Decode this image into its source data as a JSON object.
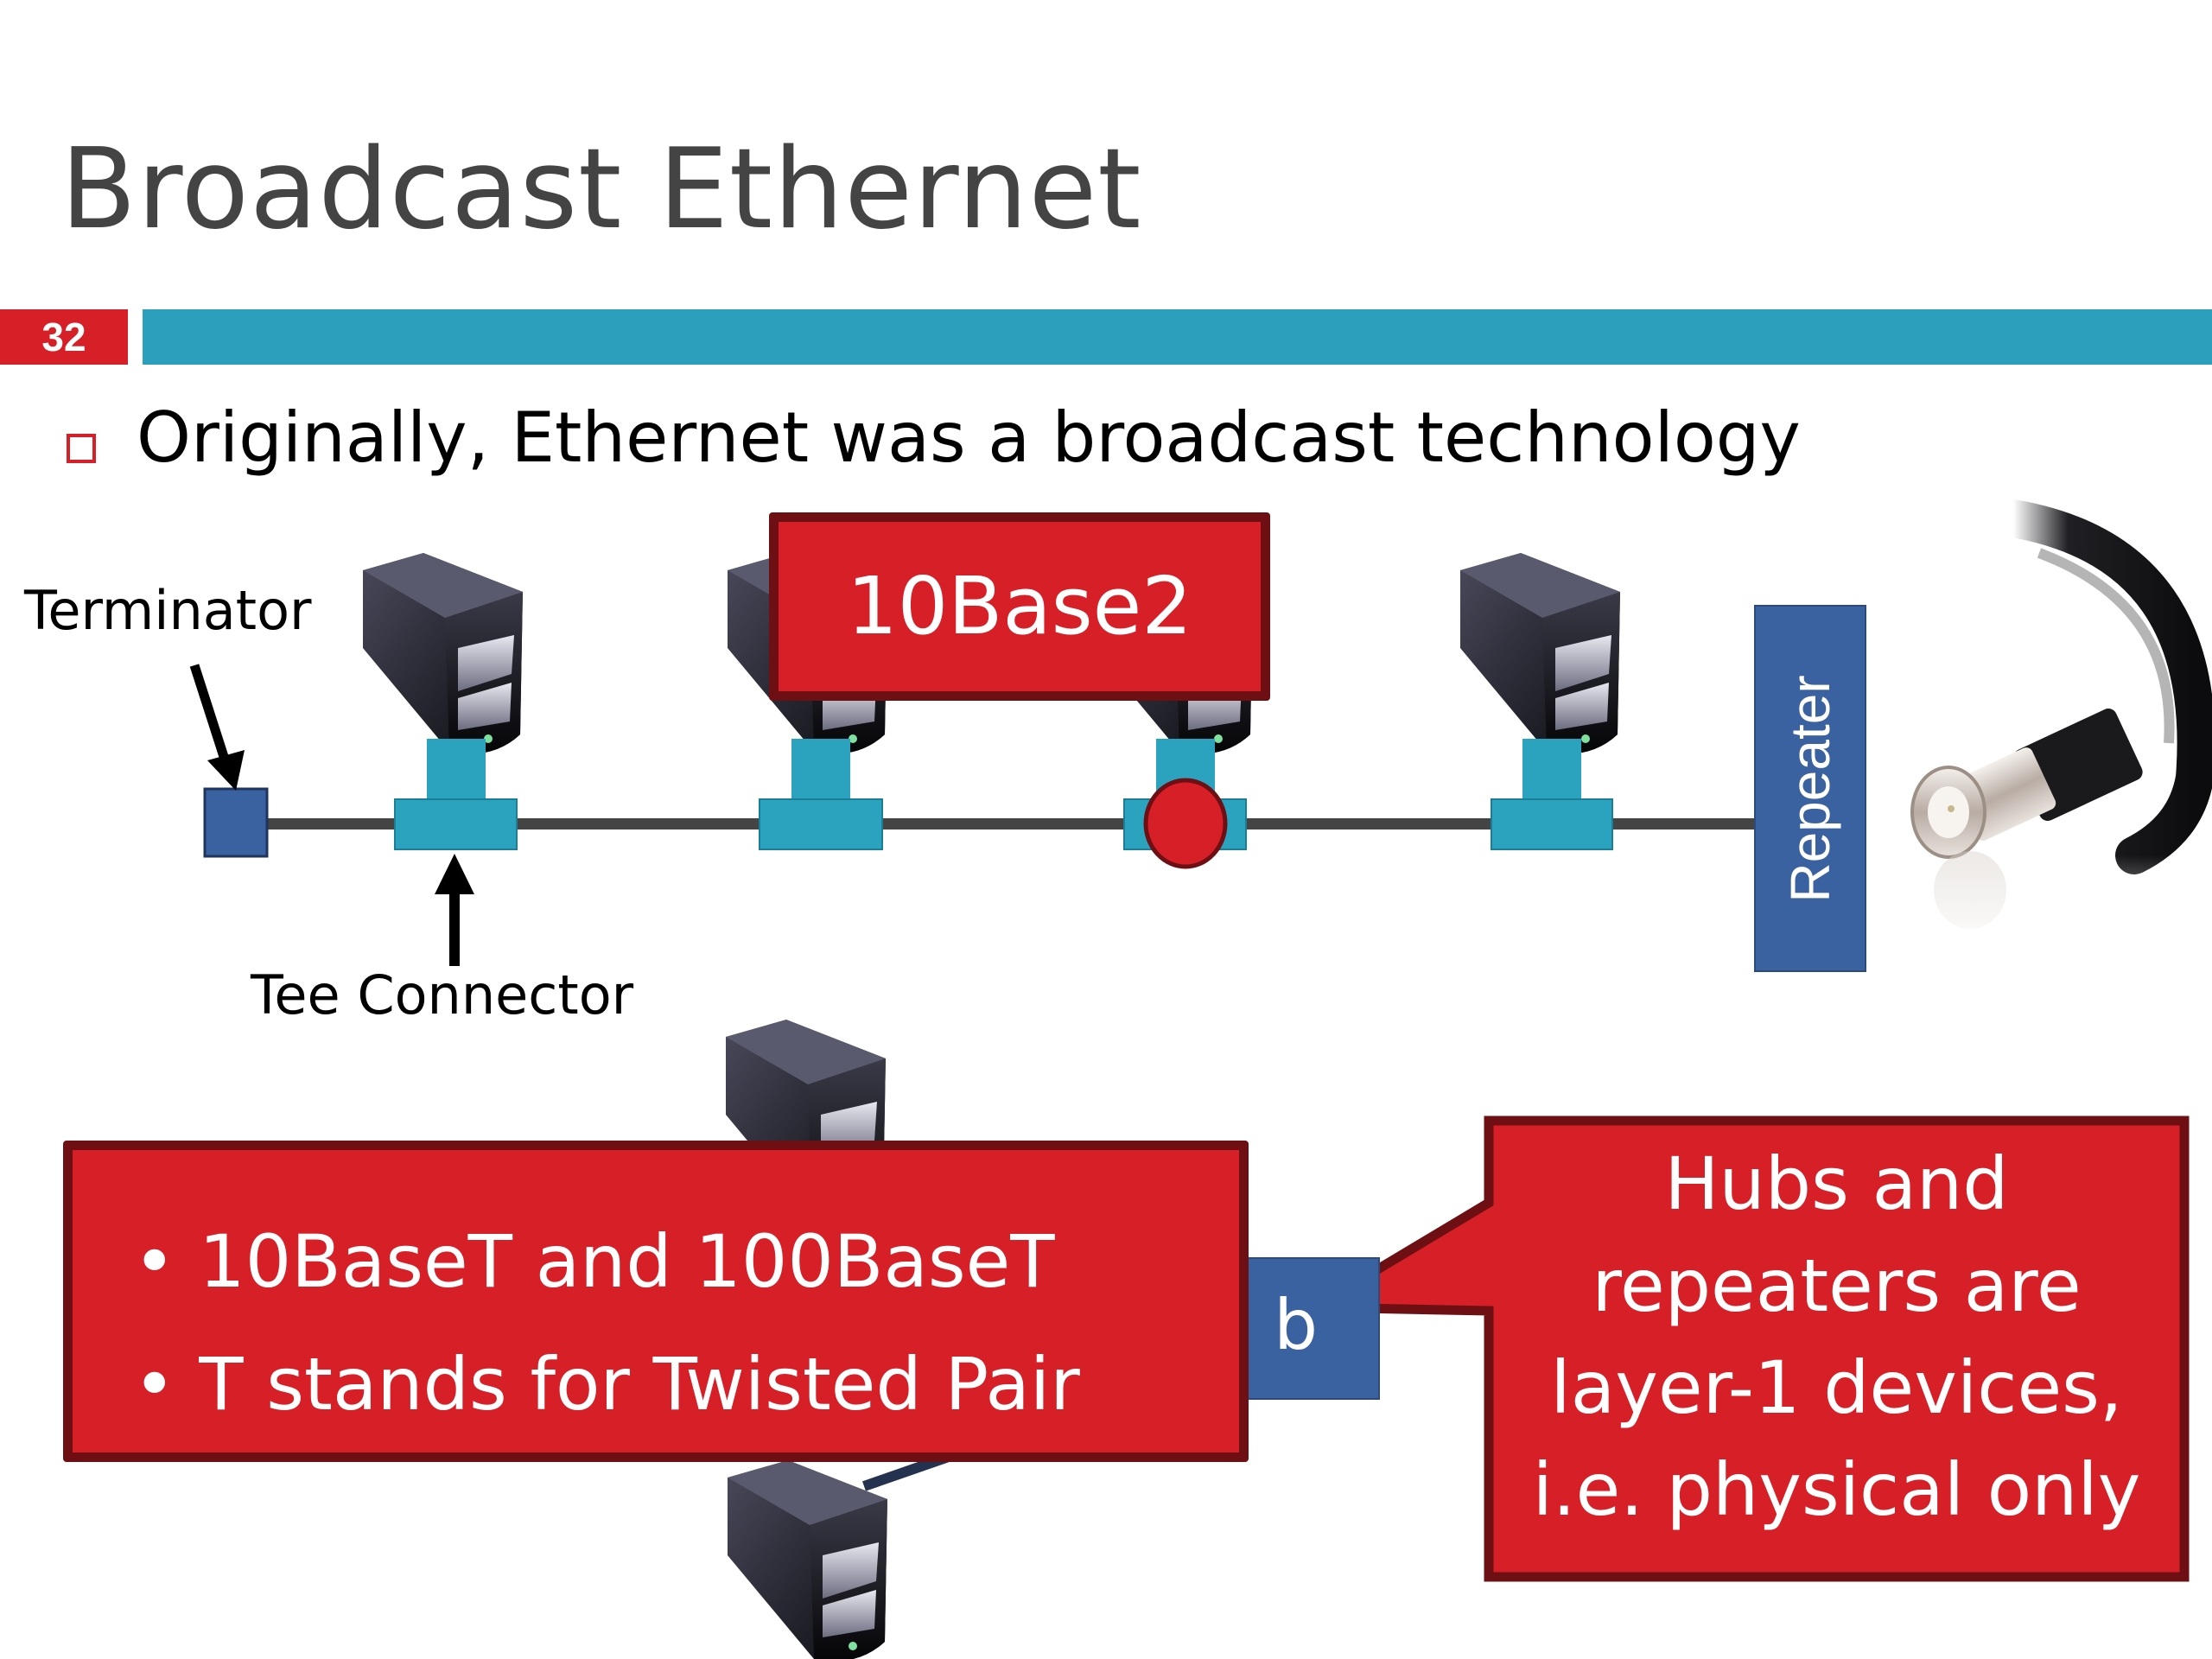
{
  "slide": {
    "title": "Broadcast Ethernet",
    "number": "32",
    "bullet": "Originally, Ethernet was a broadcast technology"
  },
  "diagram": {
    "terminator_label": "Terminator",
    "tee_connector_label": "Tee Connector",
    "box_10base2": "10Base2",
    "repeater_label": "Repeater",
    "hub_label_visible": "b",
    "twisted_pair_box": {
      "items": [
        "10BaseT and 100BaseT",
        "T stands for Twisted Pair"
      ]
    },
    "callout": {
      "lines": [
        "Hubs and",
        "repeaters are",
        "layer-1 devices,",
        "i.e. physical only"
      ]
    }
  },
  "colors": {
    "accent_red": "#d71f27",
    "accent_red_border": "#6e0f13",
    "title_bar_teal": "#2c9fbd",
    "device_blue": "#3b62a0",
    "tee_teal": "#2ba3bf",
    "bus_gray": "#444444"
  }
}
